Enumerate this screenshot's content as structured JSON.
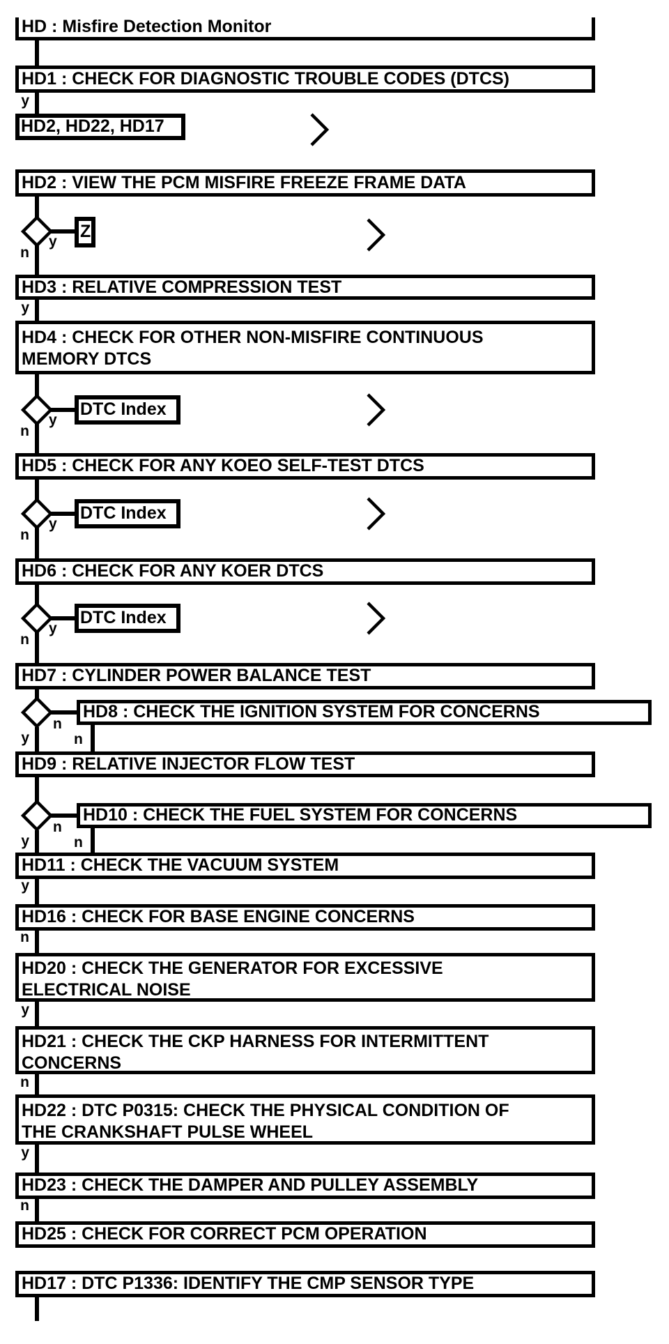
{
  "diagram": {
    "title": "HD : Misfire Detection Monitor",
    "branch_labels": {
      "yes": "y",
      "no": "n"
    },
    "colors": {
      "foreground": "#000000",
      "background": "#ffffff"
    },
    "nodes": {
      "hd1": "HD1 : CHECK FOR DIAGNOSTIC TROUBLE CODES (DTCS)",
      "ref_codes": "HD2, HD22, HD17",
      "hd2": "HD2 : VIEW THE PCM MISFIRE FREEZE FRAME DATA",
      "ref_z": "Z",
      "hd3": "HD3 : RELATIVE COMPRESSION TEST",
      "hd4": [
        "HD4 : CHECK FOR OTHER NON-MISFIRE CONTINUOUS",
        "MEMORY DTCS"
      ],
      "ref_dtc_index": "DTC Index",
      "hd5": "HD5 : CHECK FOR ANY KOEO SELF-TEST DTCS",
      "hd6": "HD6 : CHECK FOR ANY KOER DTCS",
      "hd7": "HD7 : CYLINDER POWER BALANCE TEST",
      "hd8": "HD8 : CHECK THE IGNITION SYSTEM FOR CONCERNS",
      "hd9": "HD9 : RELATIVE INJECTOR FLOW TEST",
      "hd10": "HD10 : CHECK THE FUEL SYSTEM FOR CONCERNS",
      "hd11": "HD11 : CHECK THE VACUUM SYSTEM",
      "hd16": "HD16 : CHECK FOR BASE ENGINE CONCERNS",
      "hd20": [
        "HD20 : CHECK THE GENERATOR FOR EXCESSIVE",
        "ELECTRICAL NOISE"
      ],
      "hd21": [
        "HD21 : CHECK THE CKP HARNESS FOR INTERMITTENT",
        "CONCERNS"
      ],
      "hd22": [
        "HD22 : DTC P0315: CHECK THE PHYSICAL CONDITION OF",
        "THE CRANKSHAFT PULSE WHEEL"
      ],
      "hd23": "HD23 : CHECK THE DAMPER AND PULLEY ASSEMBLY",
      "hd25": "HD25 : CHECK FOR CORRECT PCM OPERATION",
      "hd17": "HD17 : DTC P1336: IDENTIFY THE CMP SENSOR TYPE"
    }
  }
}
